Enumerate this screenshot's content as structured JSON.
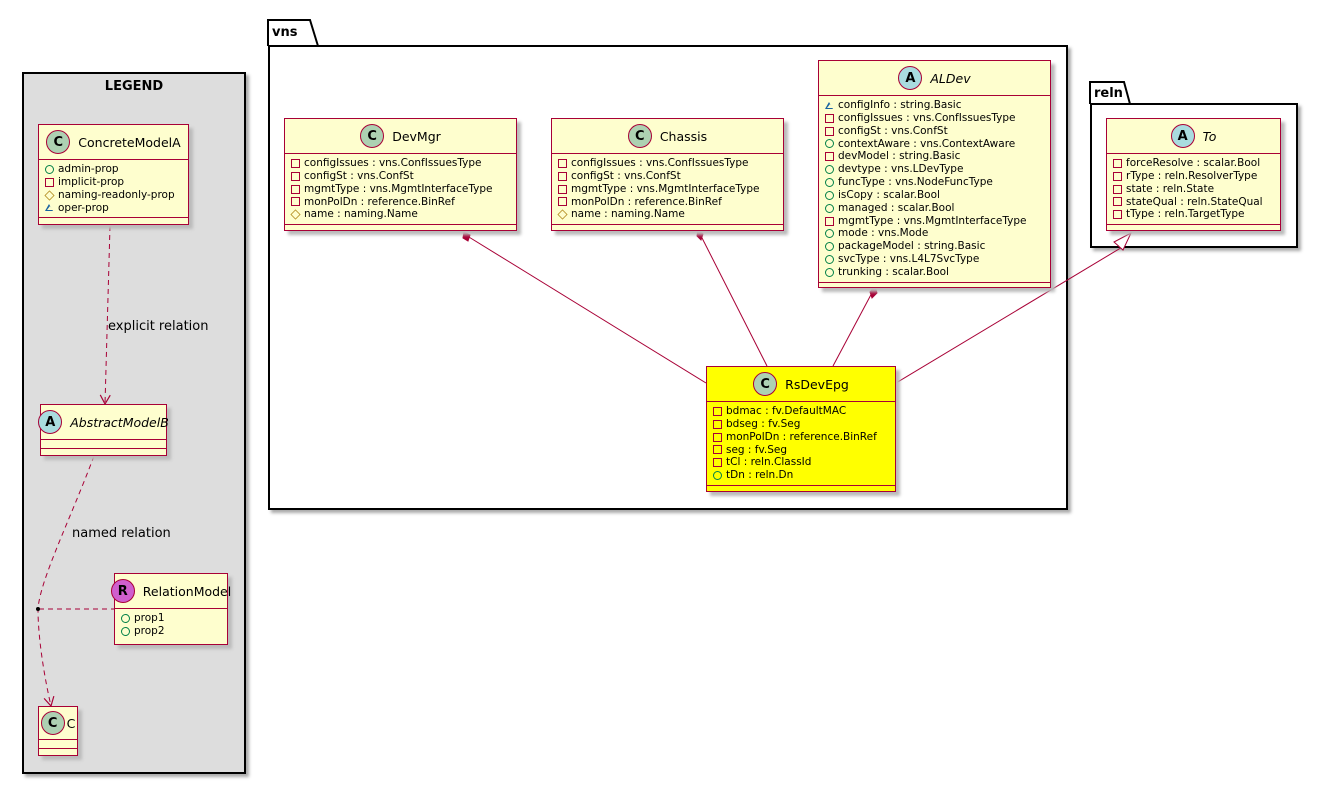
{
  "legend": {
    "title": "LEGEND",
    "concrete_model": {
      "stereotype": "C",
      "name": "ConcreteModelA",
      "attributes": [
        {
          "vis": "public",
          "text": "admin-prop"
        },
        {
          "vis": "private",
          "text": "implicit-prop"
        },
        {
          "vis": "protected",
          "text": "naming-readonly-prop"
        },
        {
          "vis": "package",
          "text": "oper-prop"
        }
      ]
    },
    "abstract_model": {
      "stereotype": "A",
      "name": "AbstractModelB"
    },
    "relation_model": {
      "stereotype": "R",
      "name": "RelationModel",
      "attributes": [
        {
          "vis": "public",
          "text": "prop1"
        },
        {
          "vis": "public",
          "text": "prop2"
        }
      ]
    },
    "c_model": {
      "stereotype": "C",
      "name": "C"
    },
    "explicit_label": "explicit relation",
    "named_label": "named relation"
  },
  "packages": {
    "vns": "vns",
    "reln": "reln"
  },
  "classes": {
    "devmgr": {
      "stereotype": "C",
      "name": "DevMgr",
      "attributes": [
        {
          "vis": "private",
          "text": "configIssues : vns.ConfIssuesType"
        },
        {
          "vis": "private",
          "text": "configSt : vns.ConfSt"
        },
        {
          "vis": "private",
          "text": "mgmtType : vns.MgmtInterfaceType"
        },
        {
          "vis": "private",
          "text": "monPolDn : reference.BinRef"
        },
        {
          "vis": "protected",
          "text": "name : naming.Name"
        }
      ]
    },
    "chassis": {
      "stereotype": "C",
      "name": "Chassis",
      "attributes": [
        {
          "vis": "private",
          "text": "configIssues : vns.ConfIssuesType"
        },
        {
          "vis": "private",
          "text": "configSt : vns.ConfSt"
        },
        {
          "vis": "private",
          "text": "mgmtType : vns.MgmtInterfaceType"
        },
        {
          "vis": "private",
          "text": "monPolDn : reference.BinRef"
        },
        {
          "vis": "protected",
          "text": "name : naming.Name"
        }
      ]
    },
    "aldev": {
      "stereotype": "A",
      "name": "ALDev",
      "attributes": [
        {
          "vis": "package",
          "text": "configInfo : string.Basic"
        },
        {
          "vis": "private",
          "text": "configIssues : vns.ConfIssuesType"
        },
        {
          "vis": "private",
          "text": "configSt : vns.ConfSt"
        },
        {
          "vis": "public",
          "text": "contextAware : vns.ContextAware"
        },
        {
          "vis": "private",
          "text": "devModel : string.Basic"
        },
        {
          "vis": "public",
          "text": "devtype : vns.LDevType"
        },
        {
          "vis": "public",
          "text": "funcType : vns.NodeFuncType"
        },
        {
          "vis": "public",
          "text": "isCopy : scalar.Bool"
        },
        {
          "vis": "public",
          "text": "managed : scalar.Bool"
        },
        {
          "vis": "private",
          "text": "mgmtType : vns.MgmtInterfaceType"
        },
        {
          "vis": "public",
          "text": "mode : vns.Mode"
        },
        {
          "vis": "public",
          "text": "packageModel : string.Basic"
        },
        {
          "vis": "public",
          "text": "svcType : vns.L4L7SvcType"
        },
        {
          "vis": "public",
          "text": "trunking : scalar.Bool"
        }
      ]
    },
    "rsdevepg": {
      "stereotype": "C",
      "name": "RsDevEpg",
      "attributes": [
        {
          "vis": "private",
          "text": "bdmac : fv.DefaultMAC"
        },
        {
          "vis": "private",
          "text": "bdseg : fv.Seg"
        },
        {
          "vis": "private",
          "text": "monPolDn : reference.BinRef"
        },
        {
          "vis": "private",
          "text": "seg : fv.Seg"
        },
        {
          "vis": "private",
          "text": "tCl : reln.ClassId"
        },
        {
          "vis": "public",
          "text": "tDn : reln.Dn"
        }
      ]
    },
    "to": {
      "stereotype": "A",
      "name": "To",
      "attributes": [
        {
          "vis": "private",
          "text": "forceResolve : scalar.Bool"
        },
        {
          "vis": "private",
          "text": "rType : reln.ResolverType"
        },
        {
          "vis": "private",
          "text": "state : reln.State"
        },
        {
          "vis": "private",
          "text": "stateQual : reln.StateQual"
        },
        {
          "vis": "private",
          "text": "tType : reln.TargetType"
        }
      ]
    }
  },
  "colors": {
    "class_fill": "#fefece",
    "class_border": "#a80036",
    "highlight_fill": "#ffff00",
    "legend_fill": "#dddddd"
  }
}
